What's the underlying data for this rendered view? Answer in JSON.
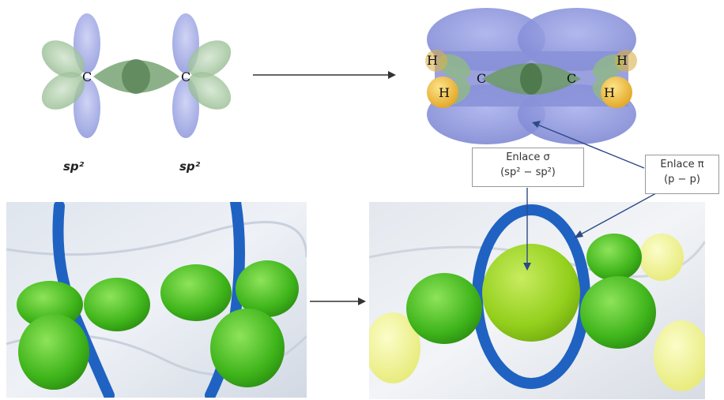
{
  "top_left": {
    "atoms": [
      "C",
      "C"
    ],
    "hybrid_labels": [
      "sp²",
      "sp²"
    ]
  },
  "top_right": {
    "atoms": {
      "h1": "H",
      "h2": "H",
      "h3": "H",
      "h4": "H",
      "c1": "C",
      "c2": "C"
    }
  },
  "sigma_box": {
    "line1": "Enlace σ",
    "line2": "(sp² − sp²)"
  },
  "pi_box": {
    "line1": "Enlace π",
    "line2": "(p − p)"
  },
  "colors": {
    "p_orbital": "#9aa3e0",
    "sp2_lobe": "#9fc59a",
    "sigma_dark": "#5e8a5c",
    "hydrogen": "#f0c040",
    "balloon_green": "#52c51c",
    "balloon_yellow": "#f3f59a",
    "balloon_blue": "#1f62c2",
    "arrow": "#2e4a86"
  }
}
